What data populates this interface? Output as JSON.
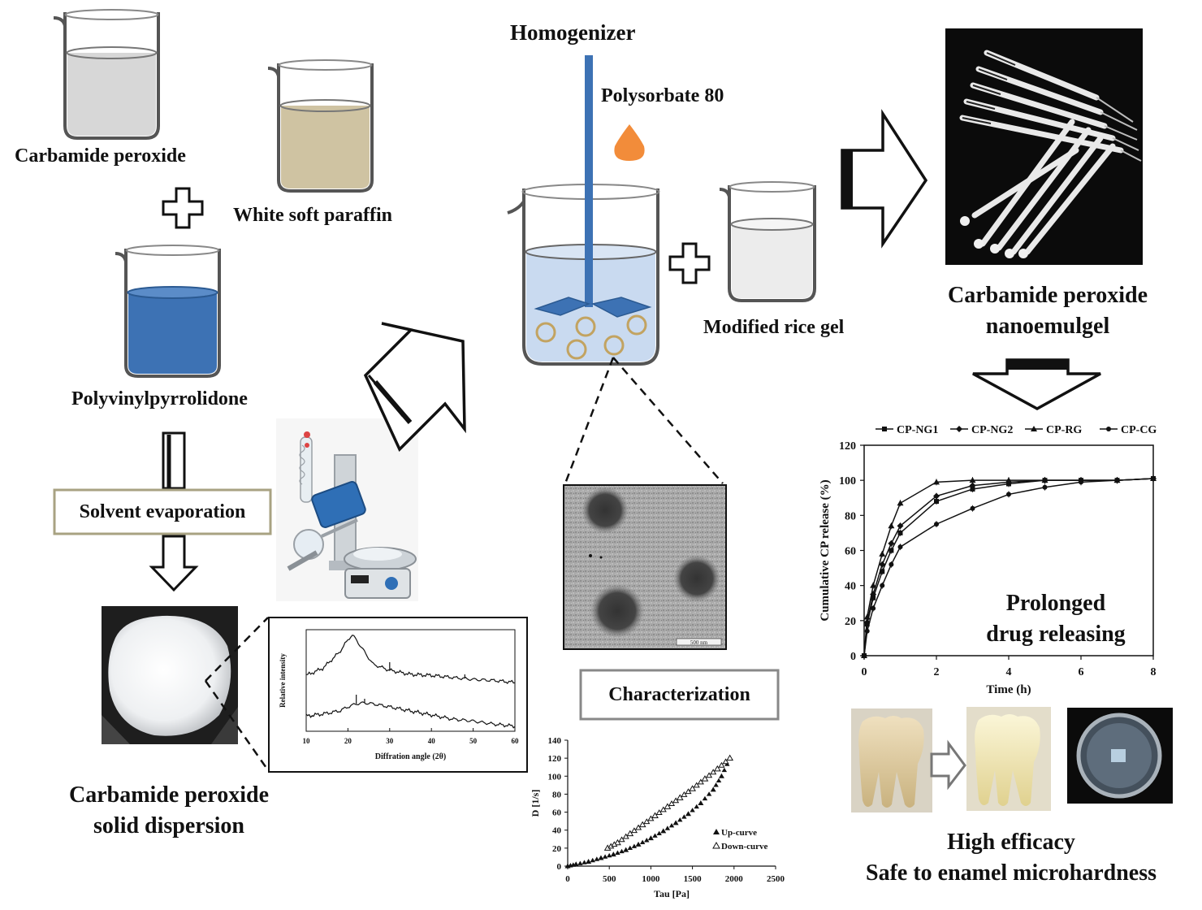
{
  "labels": {
    "carbamide_peroxide": "Carbamide peroxide",
    "white_soft_paraffin": "White soft paraffin",
    "polyvinylpyrrolidone": "Polyvinylpyrrolidone",
    "solvent_evaporation": "Solvent evaporation",
    "solid_dispersion_line1": "Carbamide peroxide",
    "solid_dispersion_line2": "solid dispersion",
    "homogenizer": "Homogenizer",
    "polysorbate": "Polysorbate 80",
    "modified_rice_gel": "Modified rice gel",
    "nanoemulgel_line1": "Carbamide peroxide",
    "nanoemulgel_line2": "nanoemulgel",
    "characterization": "Characterization",
    "prolonged_line1": "Prolonged",
    "prolonged_line2": "drug releasing",
    "efficacy_line1": "High efficacy",
    "efficacy_line2": "Safe to enamel microhardness",
    "tem_scale": "500 nm"
  },
  "colors": {
    "beaker_fill_grey": "#d7d7d7",
    "beaker_fill_paraffin": "#cfc3a2",
    "beaker_fill_pvp": "#3d72b4",
    "beaker_fill_homog": "#c9daf0",
    "beaker_fill_gel": "#ececec",
    "drop": "#f28c3a",
    "rod": "#3d72b4",
    "box_border": "#a8a282"
  },
  "chart_data": [
    {
      "type": "line",
      "title": "",
      "xlabel": "Time (h)",
      "ylabel": "Cumulative CP release (%)",
      "xlim": [
        0,
        8
      ],
      "ylim": [
        0,
        120
      ],
      "xticks": [
        0,
        2,
        4,
        6,
        8
      ],
      "yticks": [
        0,
        20,
        40,
        60,
        80,
        100,
        120
      ],
      "legend_position": "top",
      "series": [
        {
          "name": "CP-NG1",
          "marker": "square",
          "x": [
            0,
            0.083,
            0.25,
            0.5,
            0.75,
            1,
            2,
            3,
            4,
            5,
            6,
            7,
            8
          ],
          "y": [
            0,
            18,
            33,
            48,
            60,
            70,
            88,
            95,
            98,
            100,
            100,
            100,
            101
          ]
        },
        {
          "name": "CP-NG2",
          "marker": "diamond",
          "x": [
            0,
            0.083,
            0.25,
            0.5,
            0.75,
            1,
            2,
            3,
            4,
            5,
            6,
            7,
            8
          ],
          "y": [
            0,
            19,
            35,
            52,
            64,
            74,
            91,
            97,
            99,
            100,
            100,
            100,
            101
          ]
        },
        {
          "name": "CP-RG",
          "marker": "triangle",
          "x": [
            0,
            0.083,
            0.25,
            0.5,
            0.75,
            1,
            2,
            3,
            4,
            5,
            6,
            7,
            8
          ],
          "y": [
            0,
            22,
            40,
            58,
            74,
            87,
            99,
            100,
            100,
            100,
            100,
            100,
            101
          ]
        },
        {
          "name": "CP-CG",
          "marker": "circle",
          "x": [
            0,
            0.083,
            0.25,
            0.5,
            0.75,
            1,
            2,
            3,
            4,
            5,
            6,
            7,
            8
          ],
          "y": [
            0,
            14,
            27,
            40,
            52,
            62,
            75,
            84,
            92,
            96,
            99,
            100,
            101
          ]
        }
      ]
    },
    {
      "type": "scatter",
      "title": "",
      "xlabel": "Tau [Pa]",
      "ylabel": "D [1/s]",
      "xlim": [
        0,
        2500
      ],
      "ylim": [
        0,
        140
      ],
      "xticks": [
        0,
        500,
        1000,
        1500,
        2000,
        2500
      ],
      "yticks": [
        0,
        20,
        40,
        60,
        80,
        100,
        120,
        140
      ],
      "legend_position": "bottom-right",
      "series": [
        {
          "name": "Up-curve",
          "marker": "filled-triangle",
          "x": [
            0,
            100,
            250,
            400,
            550,
            700,
            850,
            1000,
            1150,
            1300,
            1450,
            1600,
            1750,
            1850,
            1950
          ],
          "y": [
            0,
            2,
            5,
            9,
            13,
            18,
            24,
            31,
            39,
            48,
            58,
            70,
            85,
            100,
            120
          ]
        },
        {
          "name": "Down-curve",
          "marker": "open-triangle",
          "x": [
            480,
            600,
            750,
            900,
            1050,
            1200,
            1350,
            1500,
            1650,
            1800,
            1950
          ],
          "y": [
            20,
            26,
            36,
            46,
            56,
            66,
            76,
            86,
            97,
            108,
            120
          ]
        }
      ]
    },
    {
      "type": "line",
      "title": "",
      "xlabel": "Diffration angle (2θ)",
      "ylabel": "Relative intensity",
      "xlim": [
        10,
        60
      ],
      "xticks": [
        10,
        20,
        30,
        40,
        50,
        60
      ],
      "series": [
        {
          "x": [
            10,
            14,
            18,
            20,
            21,
            22,
            24,
            26,
            30,
            35,
            40,
            45,
            50,
            55,
            60
          ],
          "y": [
            0.55,
            0.62,
            0.78,
            0.9,
            0.95,
            0.9,
            0.78,
            0.66,
            0.6,
            0.56,
            0.55,
            0.53,
            0.51,
            0.5,
            0.48
          ]
        },
        {
          "x": [
            10,
            14,
            18,
            20,
            22,
            24,
            26,
            30,
            35,
            40,
            45,
            50,
            55,
            60
          ],
          "y": [
            0.15,
            0.17,
            0.2,
            0.24,
            0.27,
            0.28,
            0.27,
            0.24,
            0.2,
            0.16,
            0.12,
            0.1,
            0.07,
            0.05
          ]
        }
      ]
    }
  ]
}
